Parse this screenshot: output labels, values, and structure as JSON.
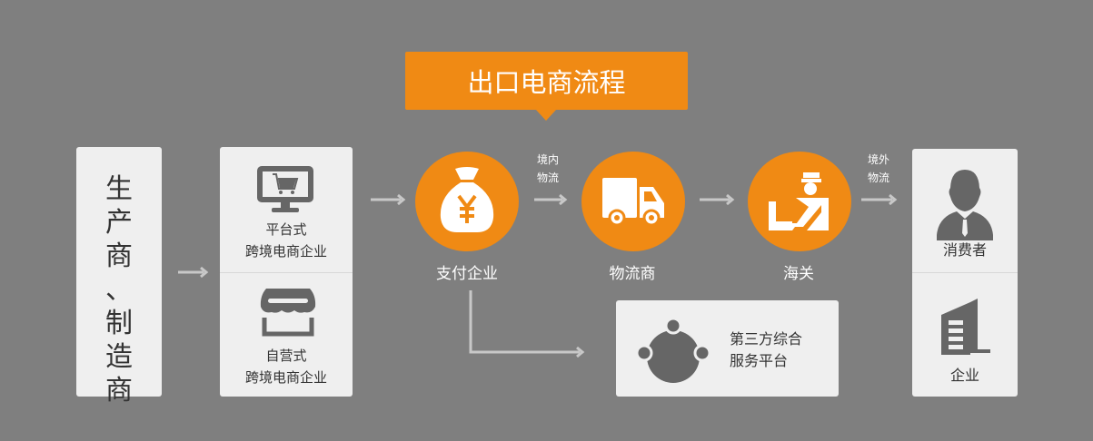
{
  "title": "出口电商流程",
  "producer": {
    "chars": [
      "生",
      "产",
      "商",
      "、",
      "制",
      "造",
      "商"
    ]
  },
  "platform": {
    "line1": "平台式",
    "line2": "跨境电商企业",
    "icon": "monitor-cart-icon"
  },
  "self_run": {
    "line1": "自营式",
    "line2": "跨境电商企业",
    "icon": "storefront-icon"
  },
  "payment": {
    "label": "支付企业",
    "icon": "money-bag-yuan-icon"
  },
  "domestic_logistics": {
    "line1": "境内",
    "line2": "物流"
  },
  "logistics": {
    "label": "物流商",
    "icon": "truck-icon"
  },
  "customs": {
    "label": "海关",
    "icon": "customs-officer-icon"
  },
  "overseas_logistics": {
    "line1": "境外",
    "line2": "物流"
  },
  "consumer": {
    "label": "消费者",
    "icon": "person-icon"
  },
  "enterprise": {
    "label": "企业",
    "icon": "building-icon"
  },
  "third_party": {
    "line1": "第三方综合",
    "line2": "服务平台",
    "icon": "network-icon"
  },
  "colors": {
    "background": "#7f7f7f",
    "accent": "#f08a14",
    "box": "#efefef",
    "icon": "#666666"
  }
}
